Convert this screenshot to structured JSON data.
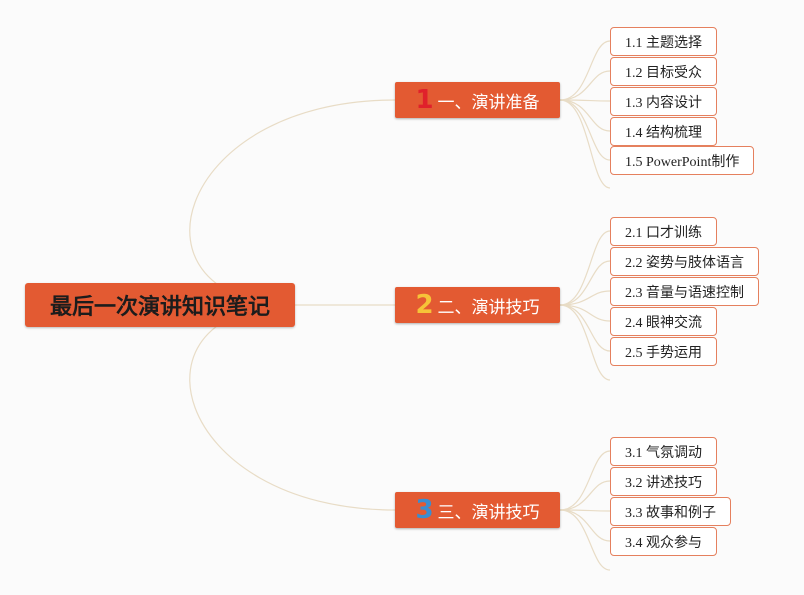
{
  "root": {
    "label": "最后一次演讲知识笔记"
  },
  "colors": {
    "accent": "#e35a32",
    "link": "#e8dcc6",
    "num1": "#e0212b",
    "num2": "#f6c338",
    "num3": "#3a8dd0"
  },
  "branches": [
    {
      "number": "1",
      "label": "一、演讲准备",
      "children": [
        "1.1 主题选择",
        "1.2 目标受众",
        "1.3 内容设计",
        "1.4 结构梳理",
        "1.5 PowerPoint制作"
      ]
    },
    {
      "number": "2",
      "label": "二、演讲技巧",
      "children": [
        "2.1 口才训练",
        "2.2 姿势与肢体语言",
        "2.3 音量与语速控制",
        "2.4 眼神交流",
        "2.5 手势运用"
      ]
    },
    {
      "number": "3",
      "label": "三、演讲技巧",
      "children": [
        "3.1 气氛调动",
        "3.2 讲述技巧",
        "3.3 故事和例子",
        "3.4 观众参与"
      ]
    }
  ]
}
